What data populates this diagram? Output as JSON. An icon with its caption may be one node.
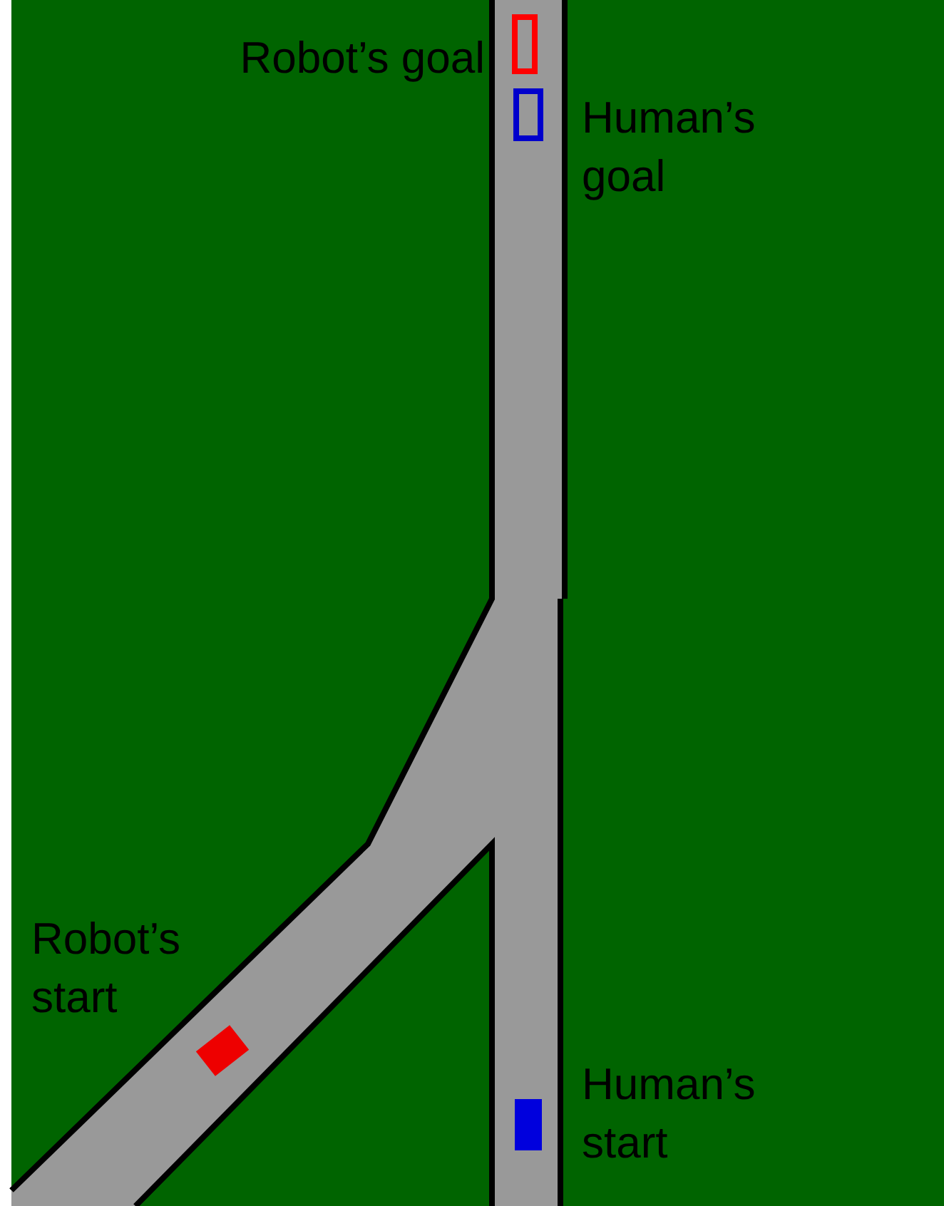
{
  "diagram": {
    "nodes": [
      {
        "text": [],
        "shape": "box",
        "beside": [
          "Robot’s goal"
        ]
      },
      {
        "text": [],
        "shape": "box",
        "beside": [
          "Human’s goal"
        ]
      },
      {
        "text": [],
        "shape": "box",
        "beside": [
          "Robot’s start"
        ]
      },
      {
        "text": [],
        "shape": "box",
        "beside": [
          "Human’s start"
        ]
      }
    ]
  }
}
